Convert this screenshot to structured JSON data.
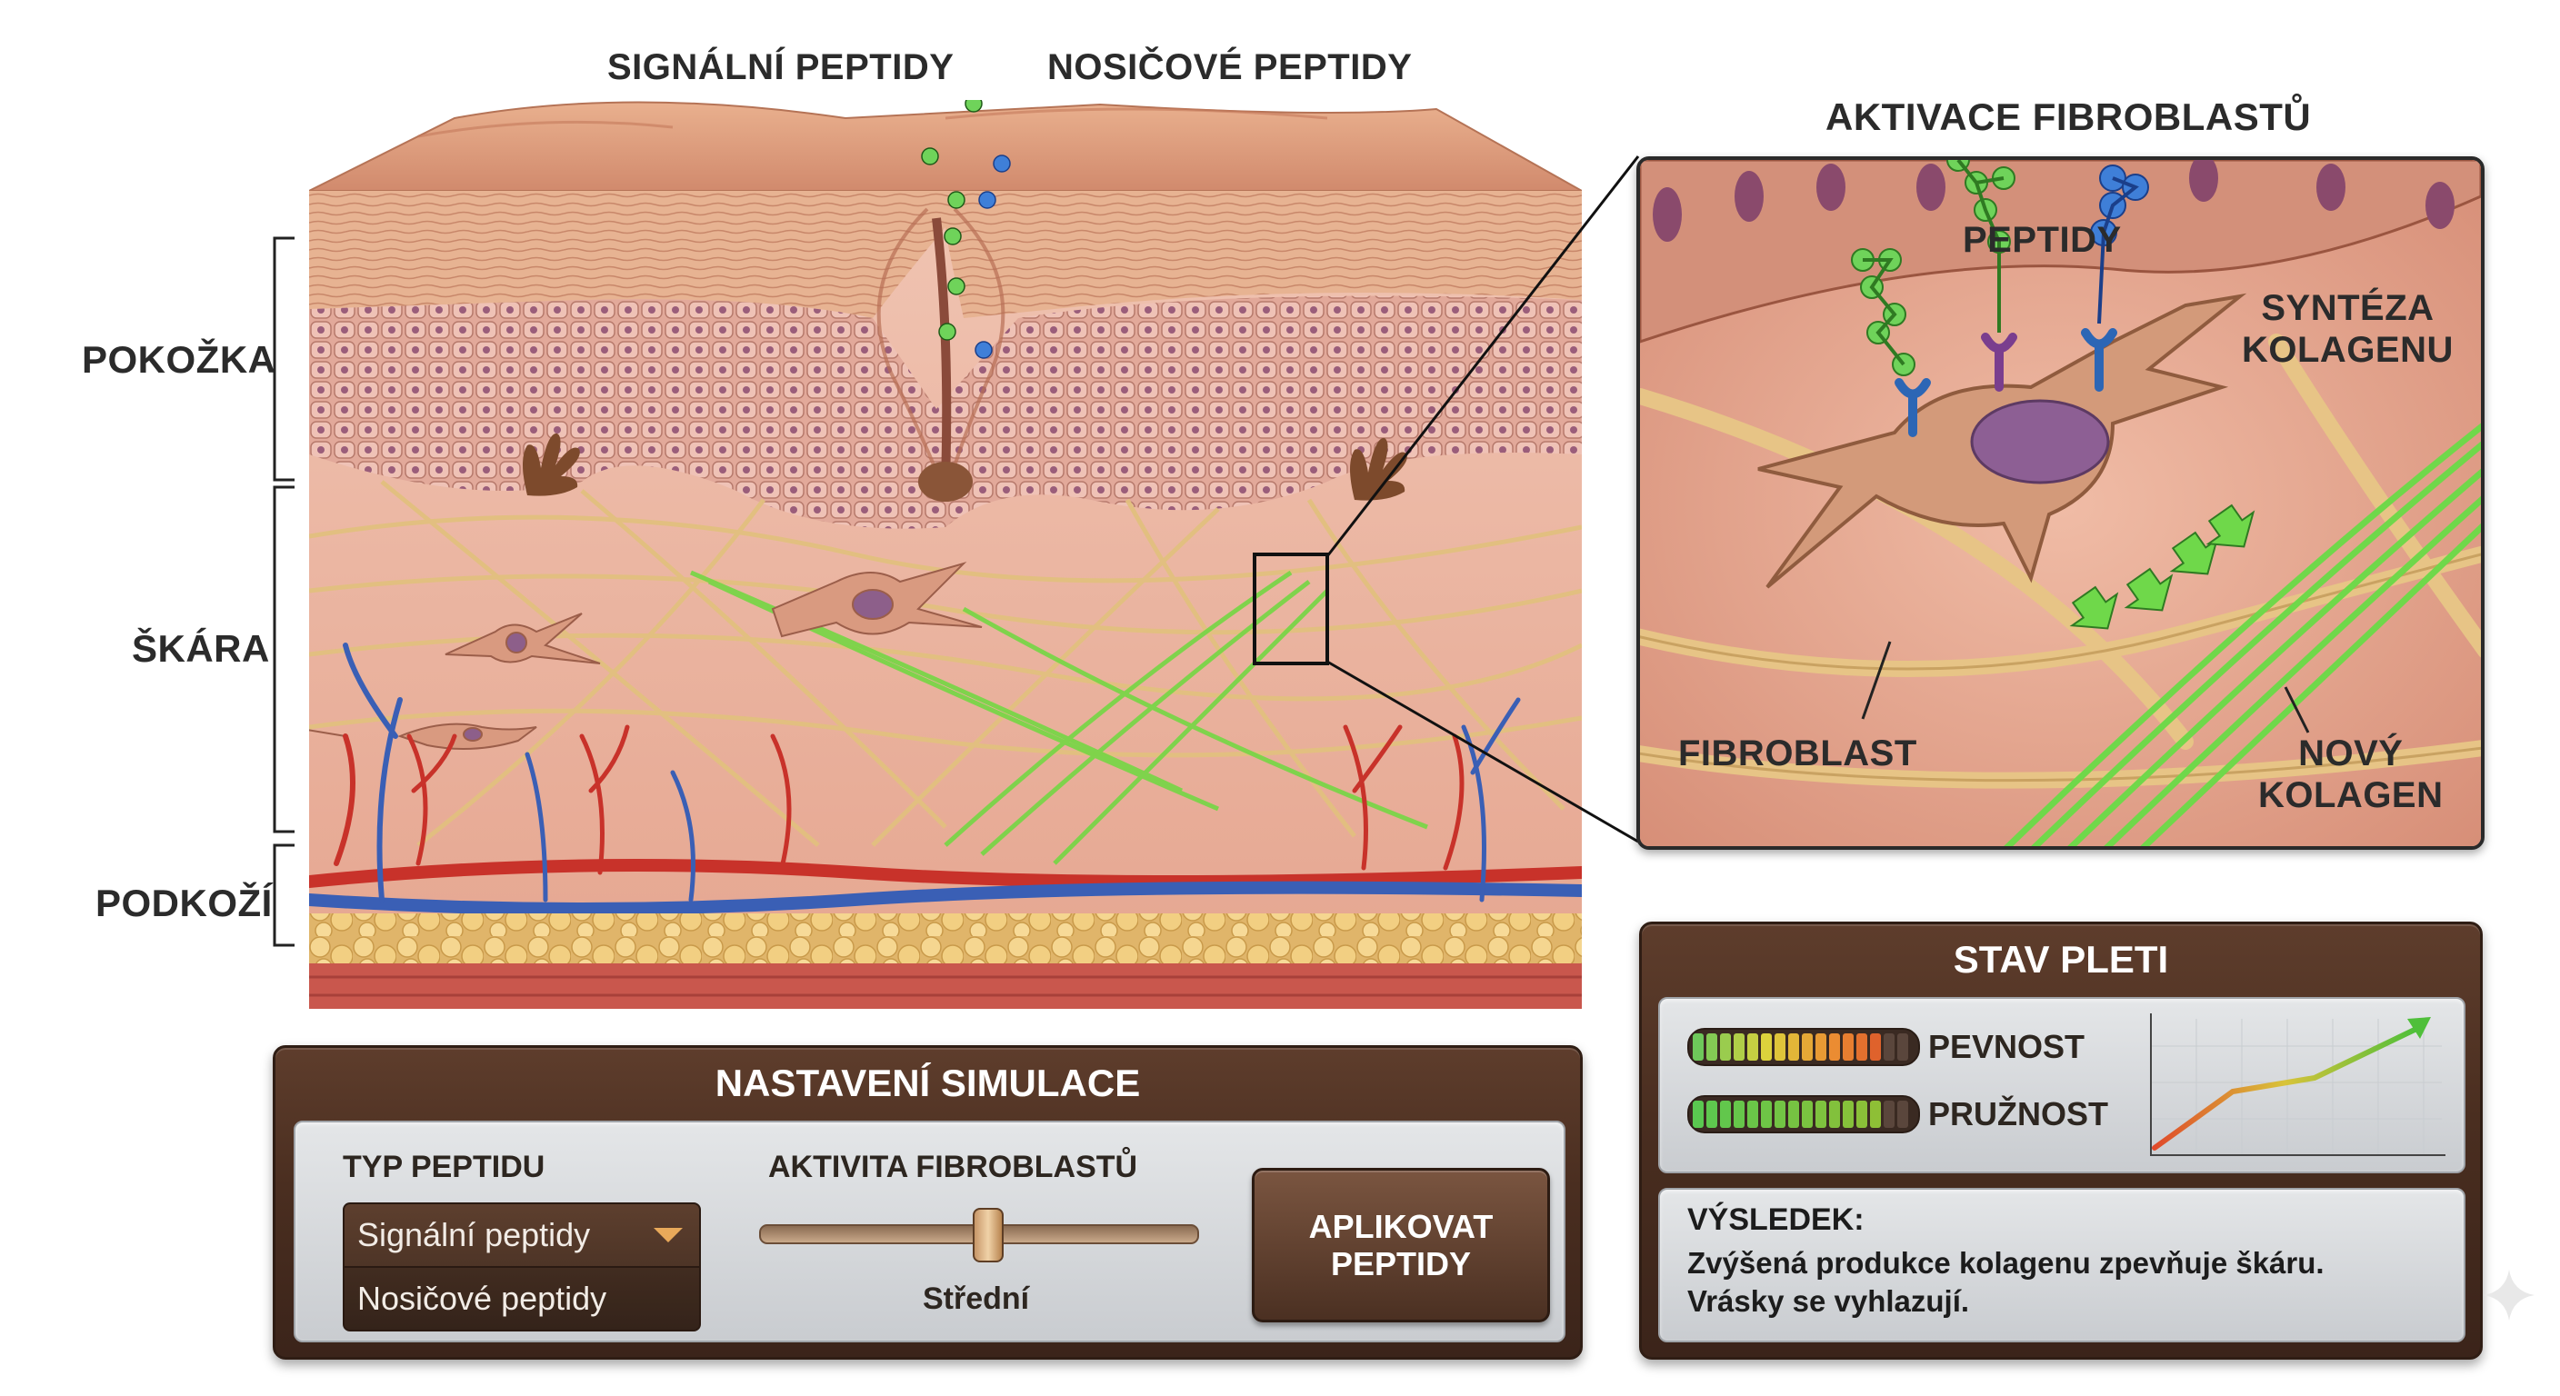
{
  "peptides": {
    "signal_label": "SIGNÁLNÍ PEPTIDY",
    "carrier_label": "NOSIČOVÉ PEPTIDY"
  },
  "layers": {
    "epidermis": "POKOŽKA",
    "dermis": "ŠKÁRA",
    "hypodermis": "PODKOŽÍ"
  },
  "zoom": {
    "title": "AKTIVACE FIBROBLASTŮ",
    "peptides_label": "PEPTIDY",
    "synthesis_line1": "SYNTÉZA",
    "synthesis_line2": "KOLAGENU",
    "fibroblast_label": "FIBROBLAST",
    "new_collagen_line1": "NOVÝ",
    "new_collagen_line2": "KOLAGEN"
  },
  "simulation": {
    "title": "NASTAVENÍ SIMULACE",
    "peptide_type_label": "TYP PEPTIDU",
    "peptide_selected": "Signální peptidy",
    "peptide_option_2": "Nosičové peptidy",
    "fibroblast_activity_label": "AKTIVITA FIBROBLASTŮ",
    "fibroblast_activity_value": "Střední",
    "fibroblast_activity_level": 0.5,
    "apply_line1": "APLIKOVAT",
    "apply_line2": "PEPTIDY"
  },
  "status": {
    "title": "STAV PLETI",
    "firmness_label": "PEVNOST",
    "firmness_level": 0.85,
    "elasticity_label": "PRUŽNOST",
    "elasticity_level": 0.85,
    "result_title": "VÝSLEDEK:",
    "result_line1": "Zvýšená produkce kolagenu zpevňuje škáru.",
    "result_line2": "Vrásky se vyhlazují."
  },
  "colors": {
    "signal_peptide": "#6fd35a",
    "carrier_peptide": "#3f7fd8",
    "collagen_new": "#6fd84a",
    "collagen_old": "#e3c184",
    "artery": "#c8322a",
    "vein": "#3a5fb5",
    "panel_wood": "#4a2e20"
  }
}
